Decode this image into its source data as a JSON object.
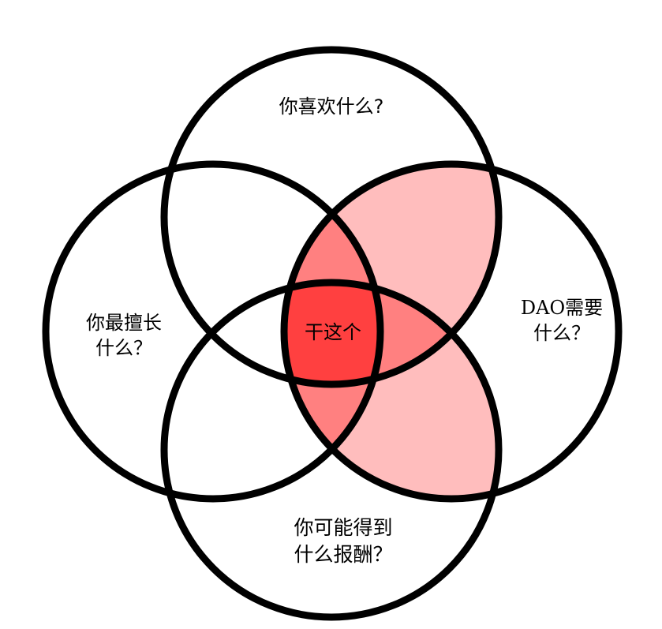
{
  "diagram": {
    "type": "venn",
    "sets": [
      {
        "id": "top",
        "label": "你喜欢什么?",
        "lines": [
          "你喜欢什么?"
        ]
      },
      {
        "id": "left",
        "label": "你最擅长什么？",
        "lines": [
          "你最擅长",
          "什么？"
        ]
      },
      {
        "id": "right",
        "label": "DAO需要什么？",
        "lines": [
          "DAO需要",
          "什么？"
        ]
      },
      {
        "id": "bottom",
        "label": "你可能得到什么报酬？",
        "lines": [
          "你可能得到",
          "什么报酬？"
        ]
      }
    ],
    "center_label": "干这个",
    "colors": {
      "outline": "#000000",
      "light": "#FFBDBD",
      "medium": "#FF8080",
      "dark": "#FF4040",
      "background": "#FFFFFF"
    }
  }
}
